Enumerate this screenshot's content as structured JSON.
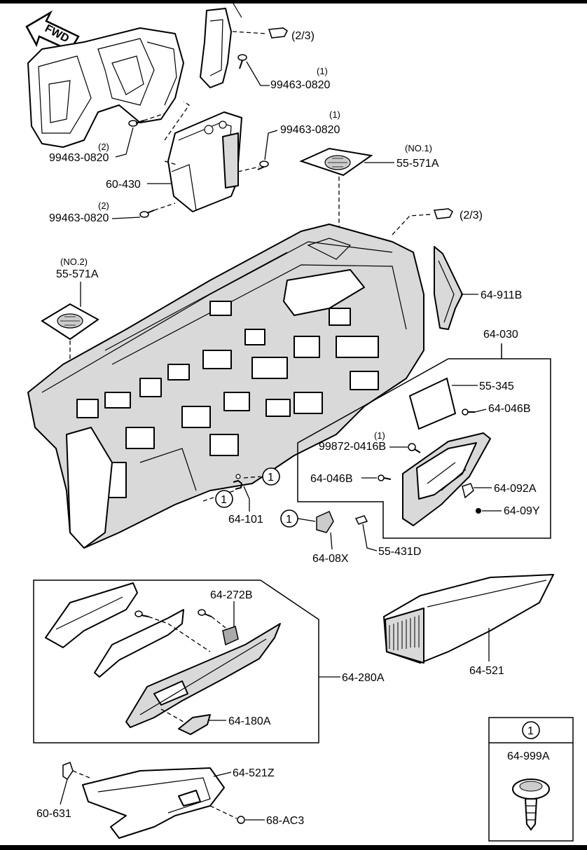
{
  "direction_arrow": {
    "label": "FWD"
  },
  "references": {
    "top_right": "(2/3)",
    "middle_right": "(2/3)"
  },
  "parts": {
    "bolt_top_qty": "(1)",
    "bolt_top": "99463-0820",
    "bolt_mid_qty": "(1)",
    "bolt_mid": "99463-0820",
    "bolt_left_qty": "(2)",
    "bolt_left": "99463-0820",
    "bracket": "60-430",
    "bolt_low_qty": "(2)",
    "bolt_low": "99463-0820",
    "grille_no1_qty": "(NO.1)",
    "grille_no1": "55-571A",
    "grille_no2_qty": "(NO.2)",
    "grille_no2": "55-571A",
    "side_panel": "64-911B",
    "glove_box_assy": "64-030",
    "glove_lid_plate": "55-345",
    "clip_a": "64-046B",
    "screw_qty": "(1)",
    "screw": "99872-0416B",
    "clip_b": "64-046B",
    "hinge": "64-092A",
    "stopper": "64-09Y",
    "clip_101": "64-101",
    "latch": "64-08X",
    "damper": "55-431D",
    "under_panel_clip": "64-272B",
    "under_panel_assy": "64-280A",
    "under_panel_bracket": "64-180A",
    "glove_box_lower": "64-521",
    "lower_cover": "64-521Z",
    "pin": "60-631",
    "nut": "68-AC3"
  },
  "callout": {
    "number": "1",
    "part": "64-999A"
  }
}
